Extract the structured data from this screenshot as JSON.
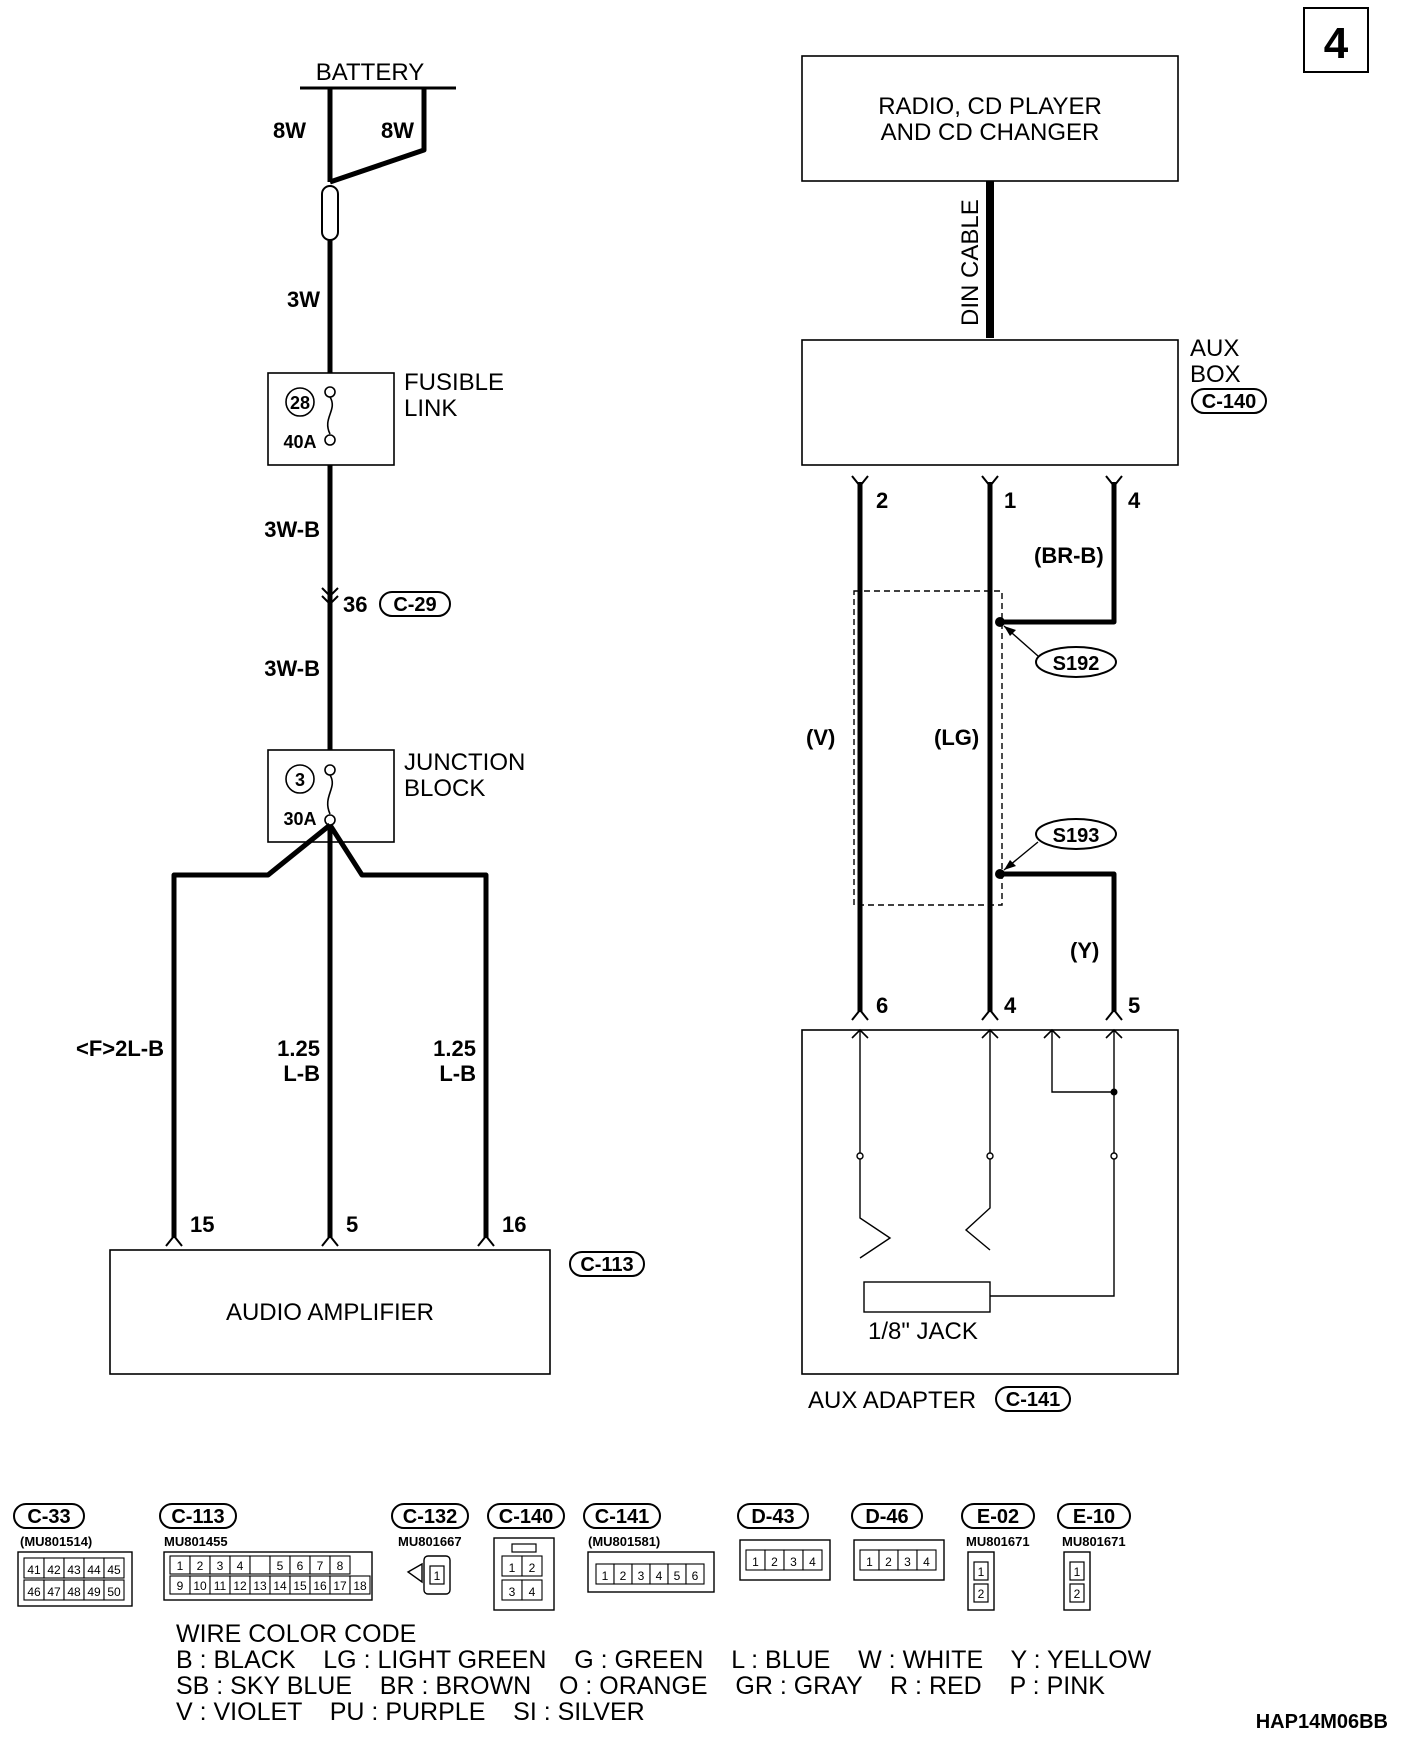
{
  "page_number": "4",
  "battery": {
    "label": "BATTERY",
    "wire_left": "8W",
    "wire_right": "8W",
    "wire_below_fuse": "3W"
  },
  "fusible_link": {
    "num": "28",
    "rating": "40A",
    "line1": "FUSIBLE",
    "line2": "LINK",
    "wire_below": "3W-B"
  },
  "c29": {
    "pin": "36",
    "connector": "C-29",
    "wire_below": "3W-B"
  },
  "junction_block": {
    "num": "3",
    "rating": "30A",
    "line1": "JUNCTION",
    "line2": "BLOCK"
  },
  "amp_wires": [
    {
      "line1": "<F>2L-B",
      "line2": "",
      "pin": "15"
    },
    {
      "line1": "1.25",
      "line2": "L-B",
      "pin": "5"
    },
    {
      "line1": "1.25",
      "line2": "L-B",
      "pin": "16"
    }
  ],
  "audio_amp": {
    "label": "AUDIO AMPLIFIER",
    "connector": "C-113"
  },
  "radio": {
    "line1": "RADIO, CD PLAYER",
    "line2": "AND CD CHANGER",
    "cable": "DIN CABLE"
  },
  "aux_box": {
    "line1": "AUX",
    "line2": "BOX",
    "connector": "C-140",
    "pins": [
      "2",
      "1",
      "4"
    ]
  },
  "aux_wires": {
    "left": "(V)",
    "mid": "(LG)",
    "right_top": "(BR-B)",
    "right_bottom": "(Y)"
  },
  "splices": [
    "S192",
    "S193"
  ],
  "aux_adapter": {
    "label": "AUX ADAPTER",
    "connector": "C-141",
    "pins": [
      "6",
      "4",
      "5"
    ],
    "jack": "1/8\" JACK"
  },
  "connector_legend": [
    {
      "name": "C-33",
      "part": "(MU801514)",
      "pins_row1": [
        "41",
        "42",
        "43",
        "44",
        "45"
      ],
      "pins_row2": [
        "46",
        "47",
        "48",
        "49",
        "50"
      ]
    },
    {
      "name": "C-113",
      "part": "MU801455",
      "pins_row1": [
        "1",
        "2",
        "3",
        "4",
        "",
        "5",
        "6",
        "7",
        "8"
      ],
      "pins_row2": [
        "9",
        "10",
        "11",
        "12",
        "13",
        "14",
        "15",
        "16",
        "17",
        "18"
      ]
    },
    {
      "name": "C-132",
      "part": "MU801667",
      "pins": [
        "1"
      ]
    },
    {
      "name": "C-140",
      "part": "",
      "pins": [
        "1",
        "2",
        "3",
        "4"
      ]
    },
    {
      "name": "C-141",
      "part": "(MU801581)",
      "pins": [
        "1",
        "2",
        "3",
        "4",
        "5",
        "6"
      ]
    },
    {
      "name": "D-43",
      "part": "",
      "pins": [
        "1",
        "2",
        "3",
        "4"
      ]
    },
    {
      "name": "D-46",
      "part": "",
      "pins": [
        "1",
        "2",
        "3",
        "4"
      ]
    },
    {
      "name": "E-02",
      "part": "MU801671",
      "pins": [
        "1",
        "2"
      ]
    },
    {
      "name": "E-10",
      "part": "MU801671",
      "pins": [
        "1",
        "2"
      ]
    }
  ],
  "wire_color_code": {
    "title": "WIRE COLOR CODE",
    "line1": "B : BLACK    LG : LIGHT GREEN    G : GREEN    L : BLUE    W : WHITE    Y : YELLOW",
    "line2": "SB : SKY BLUE    BR : BROWN    O : ORANGE    GR : GRAY    R : RED    P : PINK",
    "line3": "V : VIOLET    PU : PURPLE    SI : SILVER"
  },
  "figure_code": "HAP14M06BB"
}
